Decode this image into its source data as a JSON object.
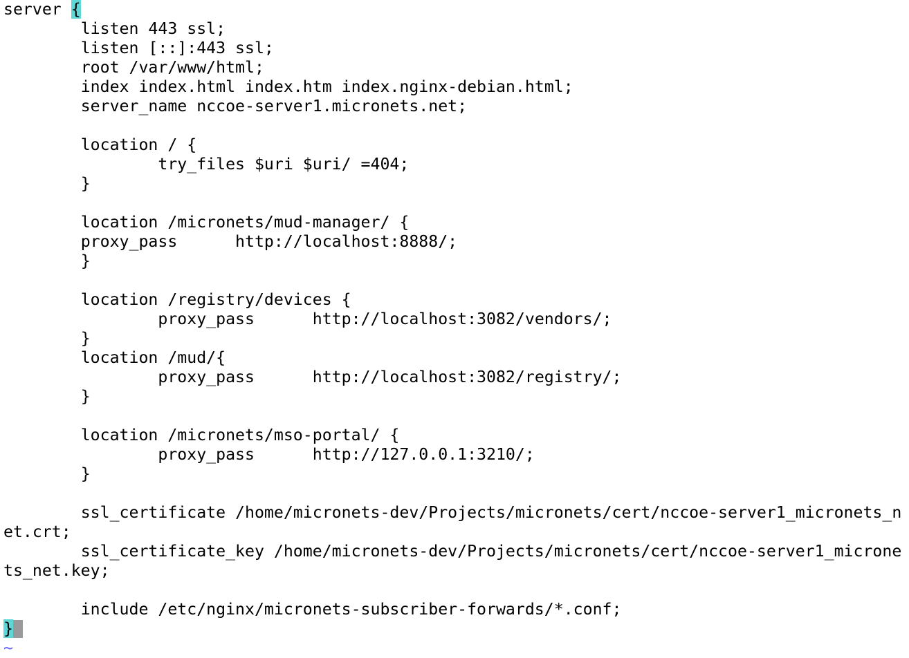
{
  "editor": {
    "lines": [
      {
        "indent": "",
        "text": "server "
      },
      {
        "indent": "        ",
        "text": "listen 443 ssl;"
      },
      {
        "indent": "        ",
        "text": "listen [::]:443 ssl;"
      },
      {
        "indent": "        ",
        "text": "root /var/www/html;"
      },
      {
        "indent": "        ",
        "text": "index index.html index.htm index.nginx-debian.html;"
      },
      {
        "indent": "        ",
        "text": "server_name nccoe-server1.micronets.net;"
      },
      {
        "indent": "",
        "text": ""
      },
      {
        "indent": "        ",
        "text": "location / {"
      },
      {
        "indent": "                ",
        "text": "try_files $uri $uri/ =404;"
      },
      {
        "indent": "        ",
        "text": "}"
      },
      {
        "indent": "",
        "text": ""
      },
      {
        "indent": "        ",
        "text": "location /micronets/mud-manager/ {"
      },
      {
        "indent": "        ",
        "text": "proxy_pass      http://localhost:8888/;"
      },
      {
        "indent": "        ",
        "text": "}"
      },
      {
        "indent": "",
        "text": ""
      },
      {
        "indent": "        ",
        "text": "location /registry/devices {"
      },
      {
        "indent": "                ",
        "text": "proxy_pass      http://localhost:3082/vendors/;"
      },
      {
        "indent": "        ",
        "text": "}"
      },
      {
        "indent": "        ",
        "text": "location /mud/{"
      },
      {
        "indent": "                ",
        "text": "proxy_pass      http://localhost:3082/registry/;"
      },
      {
        "indent": "        ",
        "text": "}"
      },
      {
        "indent": "",
        "text": ""
      },
      {
        "indent": "        ",
        "text": "location /micronets/mso-portal/ {"
      },
      {
        "indent": "                ",
        "text": "proxy_pass      http://127.0.0.1:3210/;"
      },
      {
        "indent": "        ",
        "text": "}"
      },
      {
        "indent": "",
        "text": ""
      },
      {
        "indent": "        ",
        "text": "ssl_certificate /home/micronets-dev/Projects/micronets/cert/nccoe-server1_micronets_n"
      },
      {
        "indent": "",
        "text": "et.crt;"
      },
      {
        "indent": "        ",
        "text": "ssl_certificate_key /home/micronets-dev/Projects/micronets/cert/nccoe-server1_microne"
      },
      {
        "indent": "",
        "text": "ts_net.key;"
      },
      {
        "indent": "",
        "text": ""
      },
      {
        "indent": "        ",
        "text": "include /etc/nginx/micronets-subscriber-forwards/*.conf;"
      }
    ],
    "open_brace": "{",
    "close_brace": "}",
    "empty_line_marker": "~"
  }
}
